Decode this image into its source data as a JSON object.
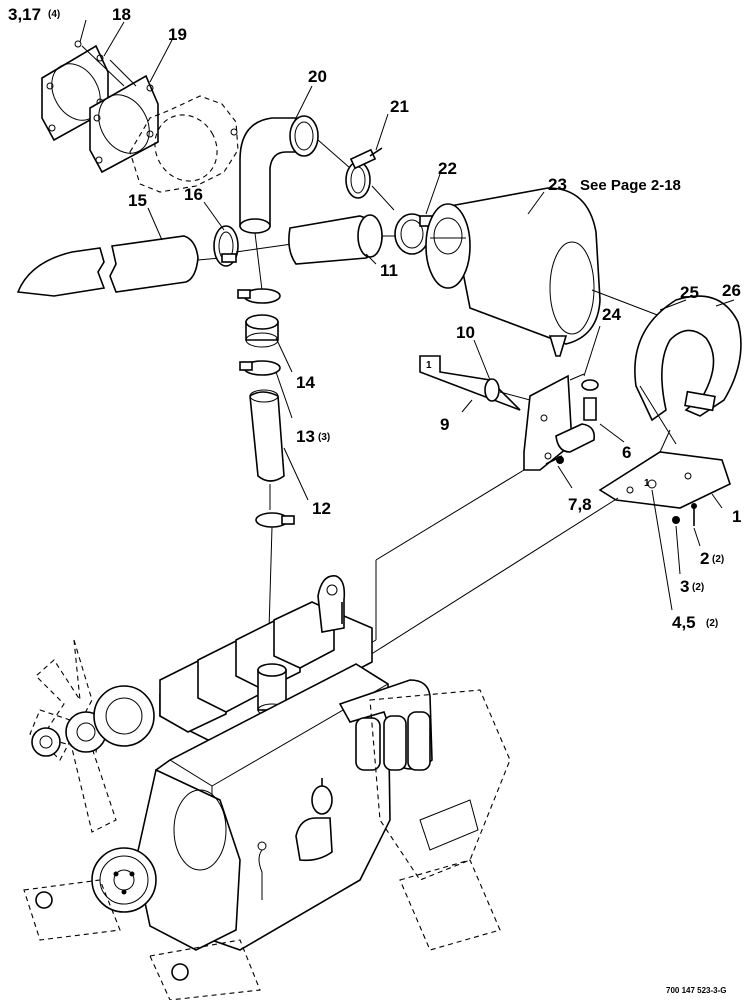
{
  "callouts": [
    {
      "id": "c-3-17",
      "text": "3,17",
      "qty": "(4)"
    },
    {
      "id": "c-18",
      "text": "18"
    },
    {
      "id": "c-19",
      "text": "19"
    },
    {
      "id": "c-20",
      "text": "20"
    },
    {
      "id": "c-21",
      "text": "21"
    },
    {
      "id": "c-22",
      "text": "22"
    },
    {
      "id": "c-23",
      "text": "23"
    },
    {
      "id": "c-15",
      "text": "15"
    },
    {
      "id": "c-16",
      "text": "16"
    },
    {
      "id": "c-11",
      "text": "11"
    },
    {
      "id": "c-14",
      "text": "14"
    },
    {
      "id": "c-13",
      "text": "13",
      "qty": "(3)"
    },
    {
      "id": "c-12",
      "text": "12"
    },
    {
      "id": "c-10",
      "text": "10"
    },
    {
      "id": "c-9",
      "text": "9"
    },
    {
      "id": "c-24",
      "text": "24"
    },
    {
      "id": "c-25",
      "text": "25"
    },
    {
      "id": "c-26",
      "text": "26"
    },
    {
      "id": "c-6",
      "text": "6"
    },
    {
      "id": "c-7-8",
      "text": "7,8"
    },
    {
      "id": "c-1",
      "text": "1"
    },
    {
      "id": "c-2",
      "text": "2",
      "qty": "(2)"
    },
    {
      "id": "c-3",
      "text": "3",
      "qty": "(2)"
    },
    {
      "id": "c-4-5",
      "text": "4,5",
      "qty": "(2)"
    }
  ],
  "see_page_note": "See Page 2-18",
  "bracket_tag_a": "1",
  "bracket_tag_b": "1",
  "drawing_code": "700 147 523-3-G"
}
